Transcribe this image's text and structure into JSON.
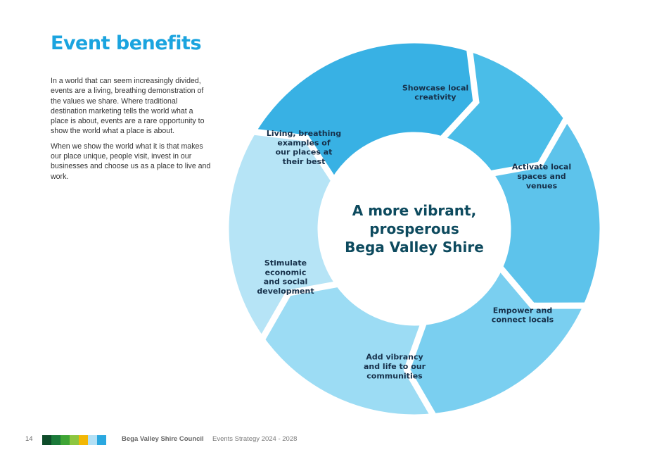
{
  "page": {
    "title": "Event benefits",
    "paragraphs": [
      "In a world that can seem increasingly divided, events are a living, breathing demonstration of the values we share. Where traditional destination marketing tells the world what a place is about, events are a rare opportunity to show the world what a place is about.",
      "When we show the world what it is that makes our place unique, people visit, invest in our businesses and choose us as a place to live and work."
    ]
  },
  "diagram": {
    "center_lines": [
      "A more vibrant,",
      "prosperous",
      "Bega Valley Shire"
    ],
    "center_color": "#0D4A5E",
    "label_color": "#16304A",
    "segments": [
      {
        "lines": [
          "Showcase local",
          "creativity"
        ],
        "color": "#4ABDE8"
      },
      {
        "lines": [
          "Activate local",
          "spaces and",
          "venues"
        ],
        "color": "#5DC3EB"
      },
      {
        "lines": [
          "Empower and",
          "connect locals"
        ],
        "color": "#7ACFF0"
      },
      {
        "lines": [
          "Add vibrancy",
          "and life to our",
          "communities"
        ],
        "color": "#9CDCF4"
      },
      {
        "lines": [
          "Stimulate",
          "economic",
          "and social",
          "development"
        ],
        "color": "#B6E4F6"
      },
      {
        "lines": [
          "Living, breathing",
          "examples of",
          "our places at",
          "their best"
        ],
        "color": "#38B1E4"
      }
    ]
  },
  "footer": {
    "page_number": "14",
    "color_strip": [
      "#0E4C2A",
      "#1B7A3A",
      "#3FA535",
      "#8DC63F",
      "#F2B705",
      "#B3E0F5",
      "#2AA8E0"
    ],
    "council": "Bega Valley Shire Council",
    "document": "Events Strategy 2024 - 2028"
  }
}
